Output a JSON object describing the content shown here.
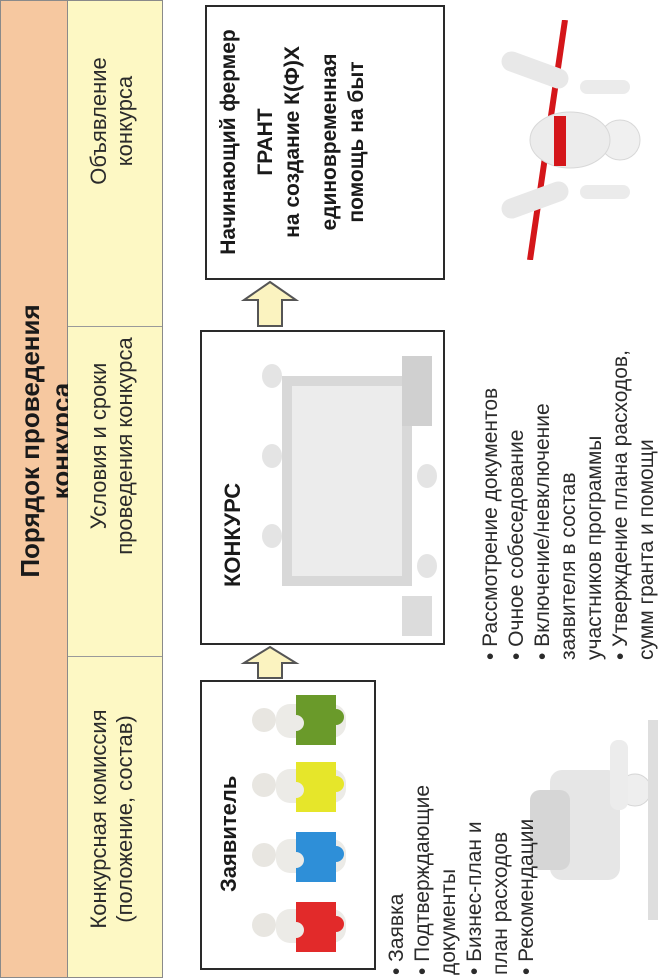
{
  "header": {
    "title": "Порядок проведения конкурса",
    "col1": [
      "Конкурсная комиссия",
      "(положение, состав)"
    ],
    "col2": [
      "Условия и сроки",
      "проведения конкурса"
    ],
    "col3": [
      "Объявление",
      "конкурса"
    ]
  },
  "applicant": {
    "title": "Заявитель",
    "bullets": [
      "• Заявка",
      "• Подтверждающие",
      "   документы",
      "• Бизнес-план и",
      "   план расходов",
      "• Рекомендации"
    ]
  },
  "contest": {
    "title": "КОНКУРС",
    "bullets": [
      "• Рассмотрение документов",
      "• Очное собеседование",
      "• Включение/невключение",
      "   заявителя в состав",
      "   участников программы",
      "• Утверждение плана расходов,",
      "   сумм гранта и помощи"
    ]
  },
  "result": {
    "line1": "Начинающий фермер",
    "line2": "ГРАНТ",
    "line3": "на создание К(Ф)Х",
    "line4": "единовременная",
    "line5": "помощь на быт"
  },
  "colors": {
    "title_bg": "#f6c8a0",
    "items_bg": "#fdf8c4",
    "arrow_fill": "#fbf3c0"
  },
  "icons": [
    "puzzle-people-icon",
    "meeting-table-icon",
    "finish-line-runner-icon",
    "thinking-person-icon"
  ]
}
